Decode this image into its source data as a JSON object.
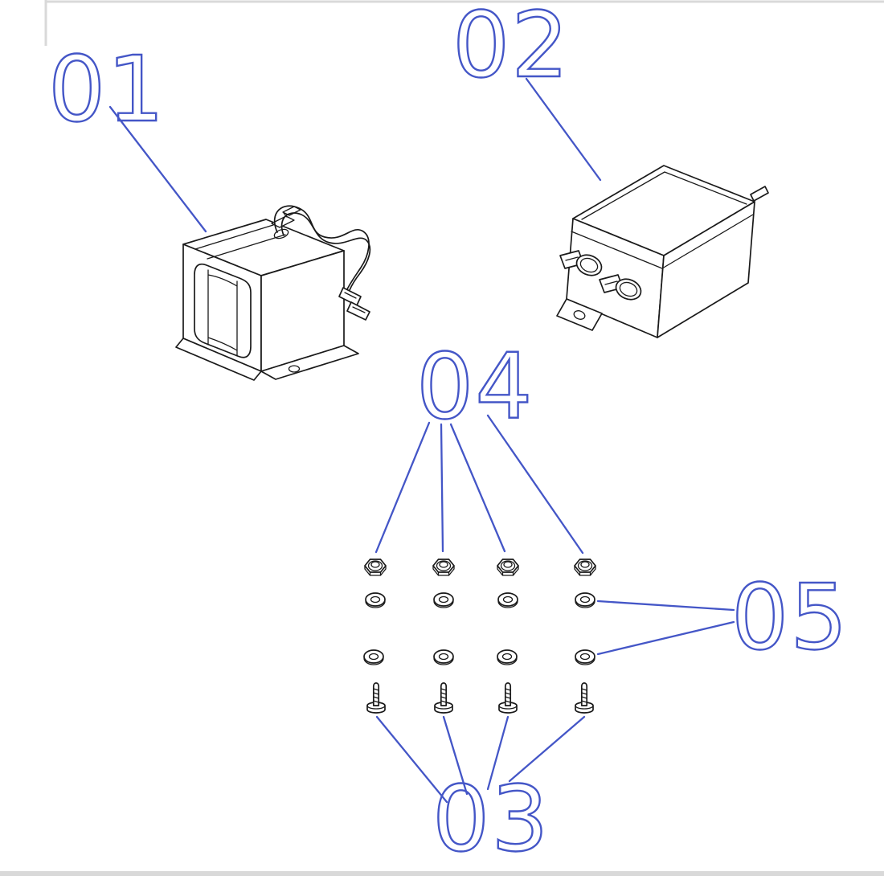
{
  "diagram": {
    "callouts": {
      "part01": "01",
      "part02": "02",
      "part03": "03",
      "part04": "04",
      "part05": "05"
    },
    "colors": {
      "callout": "#4456c7",
      "line_art": "#1a1a1a",
      "frame": "#d9d9d9"
    }
  }
}
